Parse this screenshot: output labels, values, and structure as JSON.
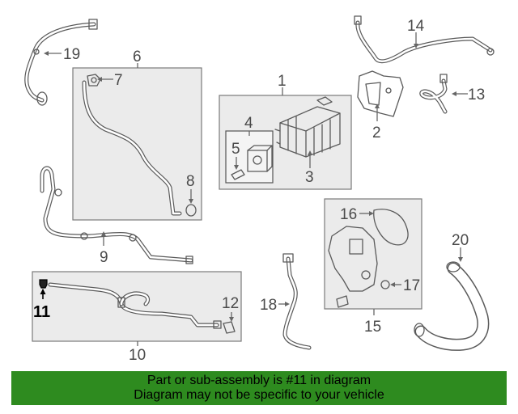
{
  "callouts": {
    "c1": "1",
    "c2": "2",
    "c3": "3",
    "c4": "4",
    "c5": "5",
    "c6": "6",
    "c7": "7",
    "c8": "8",
    "c9": "9",
    "c10": "10",
    "c11": "11",
    "c12": "12",
    "c13": "13",
    "c14": "14",
    "c15": "15",
    "c16": "16",
    "c17": "17",
    "c18": "18",
    "c19": "19",
    "c20": "20"
  },
  "highlighted_part": "11",
  "colors": {
    "banner_bg": "#2e8b1f",
    "highlight": "#000000",
    "line": "#5a5a5a",
    "box_fill": "#ebebeb"
  },
  "banner": {
    "line1": "Part or sub-assembly is #11 in diagram",
    "line2": "Diagram may not be specific to your vehicle"
  }
}
